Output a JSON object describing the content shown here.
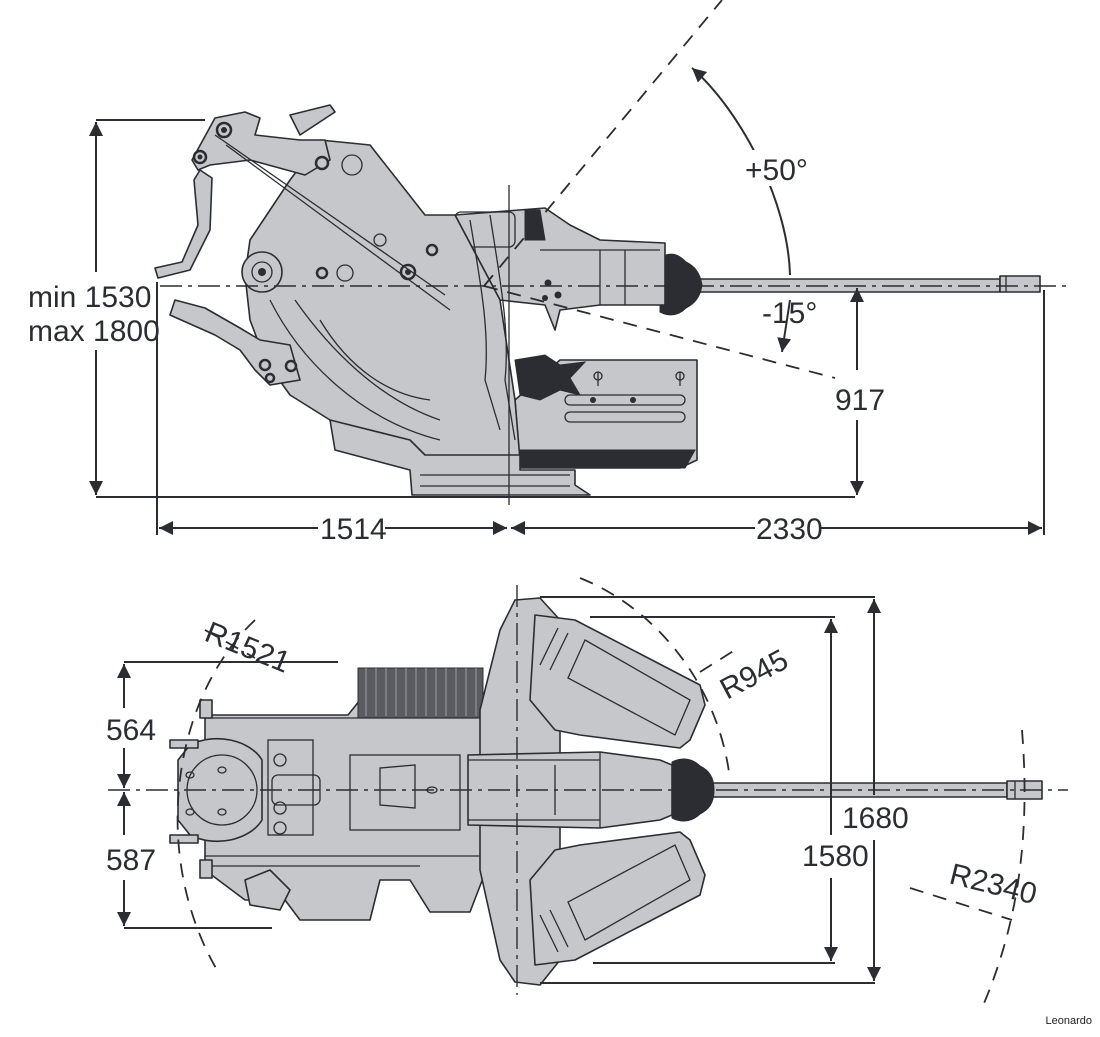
{
  "diagram": {
    "subject": "Remote weapon turret dimensional drawing",
    "colors": {
      "body": "#c6c7ca",
      "line": "#2b2d33",
      "background": "#ffffff"
    },
    "side_view": {
      "height_label_min": "min 1530",
      "height_label_max": "max 1800",
      "elevation_max": "+50°",
      "elevation_min": "-15°",
      "trunnion_height": "917",
      "rear_length": "1514",
      "front_length": "2330"
    },
    "top_view": {
      "radius_rear": "R1521",
      "radius_boxes": "R945",
      "radius_barrel": "R2340",
      "width_left": "564",
      "width_right": "587",
      "width_inner": "1580",
      "width_outer": "1680"
    },
    "credit": "Leonardo"
  }
}
